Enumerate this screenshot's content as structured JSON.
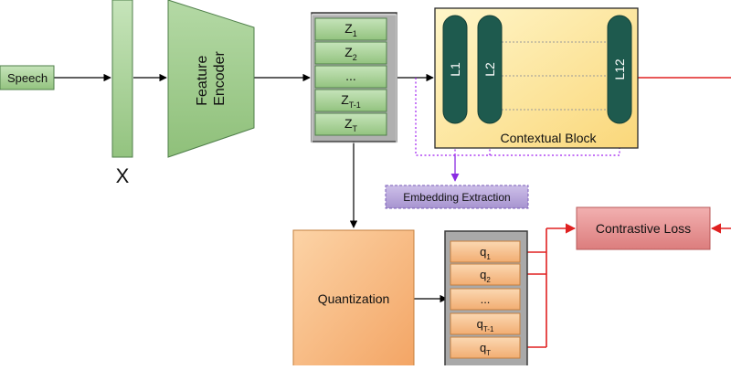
{
  "nodes": {
    "speech": "Speech",
    "x_label": "X",
    "feature_encoder": [
      "Feature",
      "Encoder"
    ],
    "z_items": [
      {
        "base": "Z",
        "sub": "1"
      },
      {
        "base": "Z",
        "sub": "2"
      },
      {
        "base": "...",
        "sub": ""
      },
      {
        "base": "Z",
        "sub": "T-1"
      },
      {
        "base": "Z",
        "sub": "T"
      }
    ],
    "layers": [
      "L1",
      "L2",
      "L12"
    ],
    "contextual_block": "Contextual Block",
    "embedding_extraction": "Embedding Extraction",
    "quantization": "Quantization",
    "q_items": [
      {
        "base": "q",
        "sub": "1"
      },
      {
        "base": "q",
        "sub": "2"
      },
      {
        "base": "...",
        "sub": ""
      },
      {
        "base": "q",
        "sub": "T-1"
      },
      {
        "base": "q",
        "sub": "T"
      }
    ],
    "contrastive_loss": "Contrastive Loss"
  },
  "colors": {
    "green_fill": "#a9cf9b",
    "green_stroke": "#4f7f4a",
    "encoder_fill": "#9cc88a",
    "gray_panel": "#a6a6a6",
    "yellow_fill": "#fde89a",
    "teal": "#1e5a4e",
    "purple": "#a020f0",
    "purple_box": "#b7a6da",
    "orange": "#f6b47e",
    "orange_stroke": "#c5803f",
    "red_fill": "#e79292",
    "red_line": "#e02020"
  }
}
